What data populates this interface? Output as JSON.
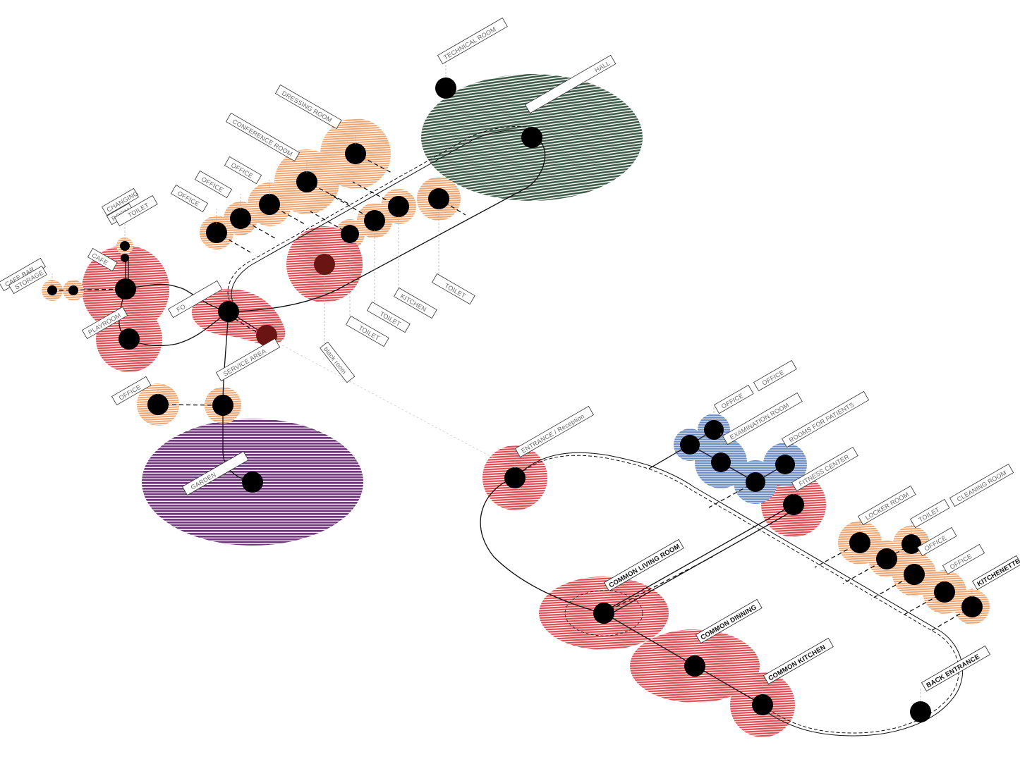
{
  "colors": {
    "green": "#3e5b48",
    "purple": "#6d3a78",
    "red": "#e2474d",
    "orange": "#f2a26a",
    "blue": "#6a8cc6",
    "dark_red": "#6b1414"
  },
  "upper_cluster": {
    "labels": {
      "technical_room": "TECHNICAL ROOM",
      "hall": "HALL",
      "dressing_room": "DRESSING ROOM",
      "conference_room": "CONFERENCE ROOM",
      "office_1": "OFFICE",
      "office_2": "OFFICE",
      "office_3": "OFFICE",
      "changing_room": "CHANGING",
      "room": "ROOM",
      "toilet_changing": "TOILET",
      "cafe": "CAFE",
      "cafe_bar": "CAFE BAR",
      "storage": "STORAGE",
      "foyer": "FO",
      "playroom": "PLAYROOM",
      "service_area": "SERVICE AREA",
      "black_room": "black room",
      "toilet_a": "TOILET",
      "toilet_b": "TOILET",
      "kitchen": "KITCHEN",
      "toilet_c": "TOILET",
      "office_left": "OFFICE",
      "garden": "GARDEN"
    }
  },
  "lower_cluster": {
    "labels": {
      "entrance": "ENTRANCE / Reception",
      "office_a": "OFFICE",
      "office_b": "OFFICE",
      "examination_room": "EXAMINATION ROOM",
      "rooms_for_patients": "ROOMS FOR PATIENTS",
      "fitness_center": "FITNESS CENTER",
      "locker_room": "LOCKER ROOM",
      "toilet": "TOILET",
      "cleaning_room": "CLEANING ROOM",
      "office_c": "OFFICE",
      "office_d": "OFFICE",
      "kitchenette": "KITCHENETTE",
      "common_living_room": "COMMON  LIVING ROOM",
      "common_dining": "COMMON  DINNING",
      "common_kitchen": "COMMON  KITCHEN",
      "back_entrance": "BACK ENTRANCE"
    }
  }
}
